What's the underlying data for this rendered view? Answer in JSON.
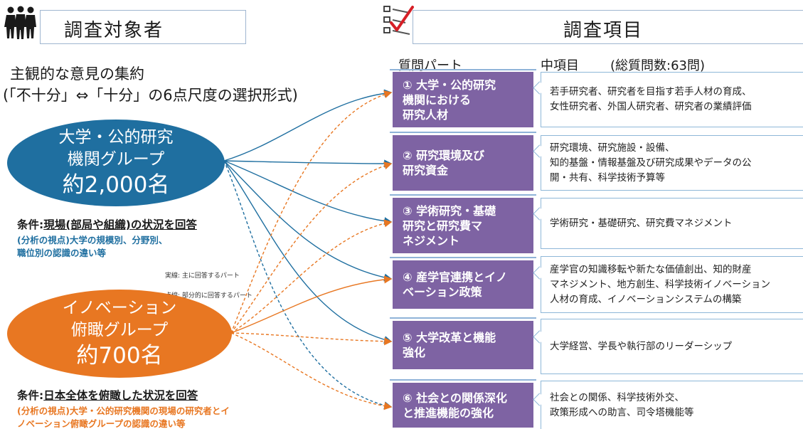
{
  "left_header": {
    "title": "調査対象者",
    "icon": "people-icon"
  },
  "right_header": {
    "title": "調査項目",
    "icon": "checklist-icon"
  },
  "intro": {
    "line1": "主観的な意見の集約",
    "line2": "(「不十分」⇔「十分」の6点尺度の選択形式)"
  },
  "groups": [
    {
      "line1": "大学・公的研究",
      "line2": "機関グループ",
      "count": "約2,000名",
      "color": "#1f6fa0",
      "condition_label": "条件:",
      "condition_text": "現場(部局や組織)の状況を回答",
      "note": "(分析の視点)大学の規模別、分野別、\n職位別の認識の違い等"
    },
    {
      "line1": "イノベーション",
      "line2": "俯瞰グループ",
      "count": "約700名",
      "color": "#e87722",
      "condition_label": "条件:",
      "condition_text": "日本全体を俯瞰した状況を回答",
      "note": "(分析の視点)大学・公的研究機関の現場の研究者とイ\nノベーション俯瞰グループの認識の違い等"
    }
  ],
  "legend": {
    "solid": "実線: 主に回答するパート",
    "dashed": "点線: 部分的に回答するパート"
  },
  "columns": {
    "part_header": "質問パート",
    "item_header": "中項目",
    "total": "(総質問数:63問)"
  },
  "parts": [
    {
      "label": "①  大学・公的研究\n     機関における\n     研究人材",
      "items": "若手研究者、研究者を目指す若手人材の育成、\n女性研究者、外国人研究者、研究者の業績評価"
    },
    {
      "label": "②  研究環境及び\n     研究資金",
      "items": "研究環境、研究施設・設備、\n知的基盤・情報基盤及び研究成果やデータの公\n開・共有、科学技術予算等"
    },
    {
      "label": "③ 学術研究・基礎\n    研究と研究費マ\n    ネジメント",
      "items": "学術研究・基礎研究、研究費マネジメント"
    },
    {
      "label": "④  産学官連携とイノ\n     ベーション政策",
      "items": "産学官の知識移転や新たな価値創出、知的財産\nマネジメント、地方創生、科学技術イノベーション\n人材の育成、イノベーションシステムの構築"
    },
    {
      "label": "⑤  大学改革と機能\n     強化",
      "items": "大学経営、学長や執行部のリーダーシップ"
    },
    {
      "label": "⑥  社会との関係深化\n     と推進機能の強化",
      "items": "社会との関係、科学技術外交、\n政策形成への助言、司令塔機能等"
    }
  ],
  "colors": {
    "blue": "#1f6fa0",
    "orange": "#e87722",
    "purple": "#7e63a3",
    "box_border": "#8eb7d8"
  }
}
